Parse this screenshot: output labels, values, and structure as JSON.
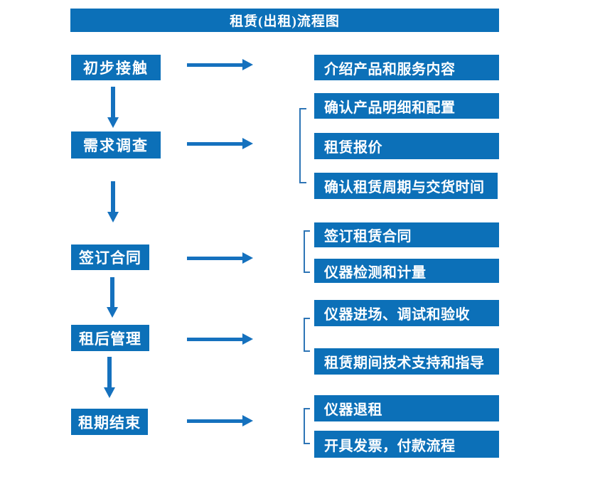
{
  "title": "租赁(出租)流程图",
  "colors": {
    "box_blue": "#0C70B8",
    "arrow_blue": "#1571BE",
    "bracket_blue": "#2E75B6",
    "text_white": "#FFFFFF",
    "background": "#FFFFFF"
  },
  "steps": [
    {
      "label": "初步接触",
      "details": [
        "介绍产品和服务内容"
      ]
    },
    {
      "label": "需求调查",
      "details": [
        "确认产品明细和配置",
        "租赁报价",
        "确认租赁周期与交货时间"
      ]
    },
    {
      "label": "签订合同",
      "details": [
        "签订租赁合同",
        "仪器检测和计量"
      ]
    },
    {
      "label": "租后管理",
      "details": [
        "仪器进场、调试和验收",
        "租赁期间技术支持和指导"
      ]
    },
    {
      "label": "租期结束",
      "details": [
        "仪器退租",
        "开具发票，付款流程"
      ]
    }
  ]
}
